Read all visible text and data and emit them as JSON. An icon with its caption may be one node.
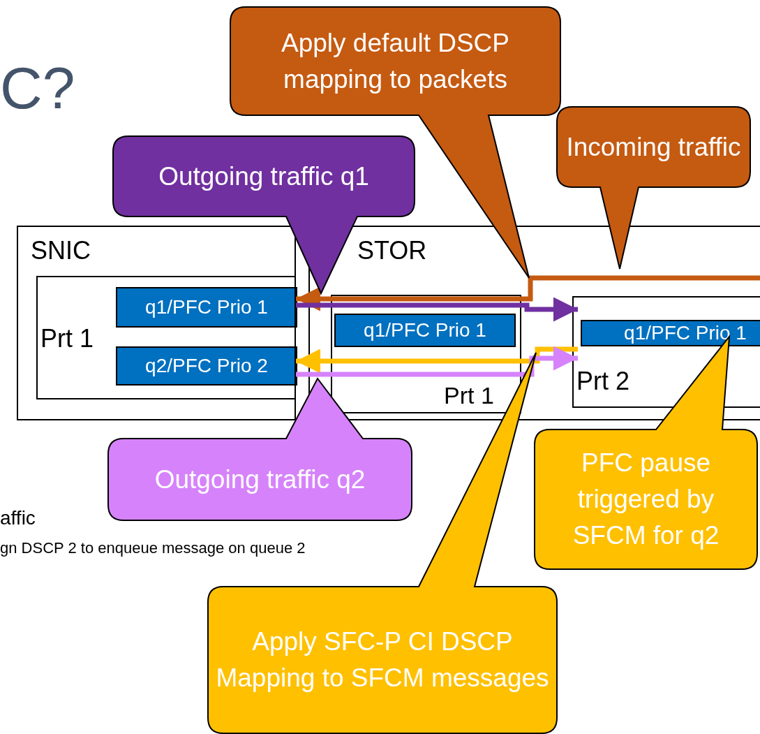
{
  "diagram": {
    "nodes": [
      {
        "text": [
          "SNIC"
        ]
      },
      {
        "text": [
          "Prt 1"
        ],
        "in": 0
      },
      {
        "text": [
          "q1/PFC Prio 1"
        ],
        "in": 1
      },
      {
        "text": [
          "q2/PFC Prio 2"
        ],
        "in": 1
      },
      {
        "text": [
          "STOR"
        ]
      },
      {
        "text": [
          "Prt 1"
        ],
        "in": 4
      },
      {
        "text": [
          "q1/PFC Prio 1"
        ],
        "in": 5
      },
      {
        "text": [
          "Prt 2"
        ],
        "in": 4
      },
      {
        "text": [
          "q1/PFC Prio 1"
        ],
        "in": 7
      },
      {
        "text": [
          "Outgoing traffic q1"
        ]
      },
      {
        "text": [
          "Apply default DSCP mapping to packets"
        ]
      },
      {
        "text": [
          "Incoming traffic"
        ]
      },
      {
        "text": [
          "Outgoing traffic q2"
        ]
      },
      {
        "text": [
          "PFC pause triggered by SFCM for q2"
        ]
      },
      {
        "text": [
          "Apply SFC-P CI DSCP Mapping to SFCM messages"
        ]
      }
    ],
    "edges": [
      {
        "from": null,
        "to": 2,
        "arrow": "to",
        "color": "#c55a11"
      },
      {
        "from": 2,
        "to": 8,
        "arrow": "to",
        "color": "#7030a0"
      },
      {
        "from": 8,
        "to": 3,
        "arrow": "to",
        "color": "#ffc000"
      },
      {
        "from": 3,
        "to": 8,
        "arrow": "to",
        "color": "#d683fb"
      }
    ],
    "labels": [
      "C?",
      "affic",
      "gn DSCP 2 to enqueue message on queue 2"
    ]
  }
}
